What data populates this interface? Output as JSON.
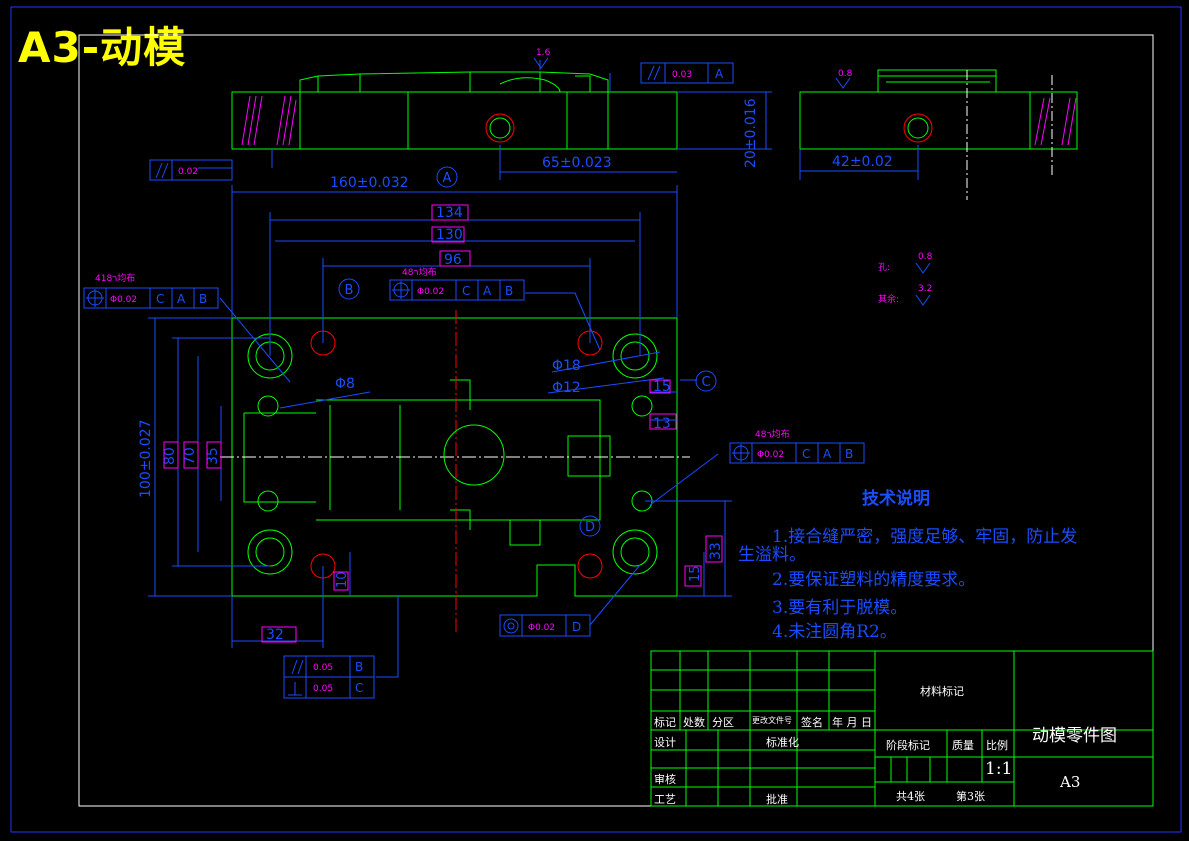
{
  "drawing_title": "A3-动模",
  "dims": {
    "d160": "160±0.032",
    "d65": "65±0.023",
    "d20": "20±0.016",
    "d42": "42±0.02",
    "d134": "134",
    "d130": "130",
    "d96": "96",
    "d100": "100±0.027",
    "d80": "80",
    "d70": "70",
    "d35": "35",
    "d32": "32",
    "d10": "10",
    "d15a": "15",
    "d13": "13",
    "d15b": "15",
    "d33": "33",
    "phi18": "Φ18",
    "phi12": "Φ12",
    "phi8": "Φ8"
  },
  "datums": {
    "a": "A",
    "b": "B",
    "c": "C",
    "d": "D"
  },
  "tolerances": {
    "flat_top": "0.03",
    "flat_left": "0.02",
    "pos1": "Φ0.02",
    "pos2": "Φ0.02",
    "pos3": "Φ0.02",
    "conc": "Φ0.02",
    "par_b": "0.05",
    "perp_c": "0.05"
  },
  "notes": {
    "n1": "4ר18均布",
    "n2": "4ר8均布",
    "n3": "4ר8均布"
  },
  "roughness": {
    "top1": "1.6",
    "top2": "0.8",
    "hole_label": "孔:",
    "hole_val": "0.8",
    "rest_label": "其余:",
    "rest_val": "3.2"
  },
  "tech_notes": {
    "title": "技术说明",
    "l1": "1.接合缝严密，强度足够、牢固，防止发",
    "l1b": "生溢料。",
    "l2": "2.要保证塑料的精度要求。",
    "l3": "3.要有利于脱模。",
    "l4": "4.未注圆角R2。"
  },
  "title_block": {
    "material": "材料标记",
    "name": "动模零件图",
    "mark": "标记",
    "count": "处数",
    "zone": "分区",
    "change": "更改文件号",
    "sign": "签名",
    "date": "年 月 日",
    "design": "设计",
    "standard": "标准化",
    "stage": "阶段标记",
    "weight": "质量",
    "scale_label": "比例",
    "scale": "1:1",
    "review": "审核",
    "process": "工艺",
    "approve": "批准",
    "total": "共4张",
    "sheet": "第3张",
    "format": "A3"
  },
  "colors": {
    "outline": "#00ff00",
    "dimension": "#1a4dff",
    "white": "#ffffff",
    "magenta": "#ff00ff",
    "red": "#ff0000",
    "title": "#ffff00"
  }
}
